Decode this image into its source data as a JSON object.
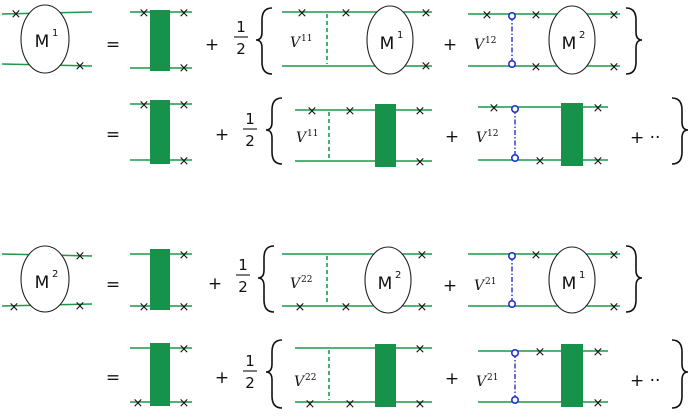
{
  "equations": [
    {
      "lhs_label": "M",
      "lhs_sup": "1",
      "equals": "=",
      "plus": "+",
      "half_num": "1",
      "half_den": "2",
      "rows": [
        {
          "term1": {
            "v_main": "V",
            "v_sub": "11",
            "blob_label": "M",
            "blob_sup": "1"
          },
          "term2": {
            "v_main": "V",
            "v_sub": "12",
            "blob_label": "M",
            "blob_sup": "2"
          },
          "tail": ""
        },
        {
          "term1": {
            "v_main": "V",
            "v_sub": "11"
          },
          "term2": {
            "v_main": "V",
            "v_sub": "12"
          },
          "tail": "+ ··"
        }
      ]
    },
    {
      "lhs_label": "M",
      "lhs_sup": "2",
      "equals": "=",
      "plus": "+",
      "half_num": "1",
      "half_den": "2",
      "rows": [
        {
          "term1": {
            "v_main": "V",
            "v_sub": "22",
            "blob_label": "M",
            "blob_sup": "2"
          },
          "term2": {
            "v_main": "V",
            "v_sub": "21",
            "blob_label": "M",
            "blob_sup": "1"
          },
          "tail": ""
        },
        {
          "term1": {
            "v_main": "V",
            "v_sub": "22"
          },
          "term2": {
            "v_main": "V",
            "v_sub": "21"
          },
          "tail": "+ ··"
        }
      ]
    }
  ],
  "cross_mark": "×",
  "colors": {
    "line_green": "#1a9a4a",
    "block_green": "#17924a",
    "interaction_blue": "#2233cc"
  }
}
